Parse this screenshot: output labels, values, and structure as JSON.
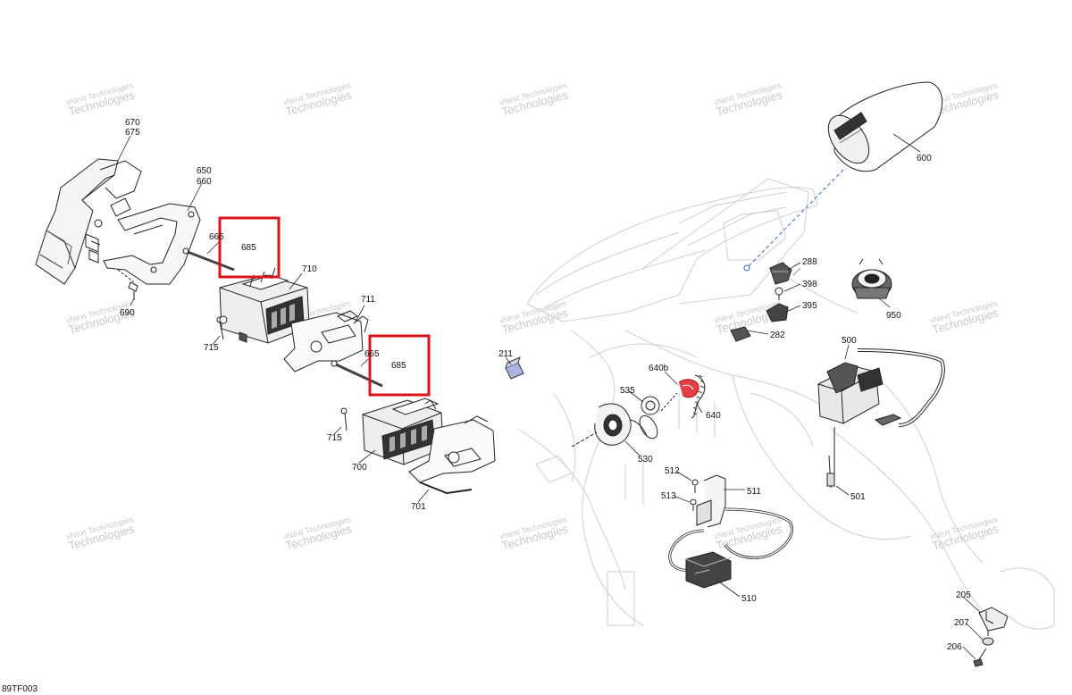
{
  "diagram": {
    "reference_code": "89TF003",
    "watermark": {
      "line1": "vNext Technologies",
      "line2": "Technologies"
    },
    "highlight_color": "#d9141b",
    "part_labels": {
      "p670": "670",
      "p675": "675",
      "p650": "650",
      "p660": "660",
      "p665a": "665",
      "p685a": "685",
      "p710": "710",
      "p711": "711",
      "p690": "690",
      "p715a": "715",
      "p665b": "665",
      "p685b": "685",
      "p715b": "715",
      "p700": "700",
      "p701": "701",
      "p211": "211",
      "p600": "600",
      "p288": "288",
      "p398": "398",
      "p395": "395",
      "p282": "282",
      "p950": "950",
      "p500": "500",
      "p640b": "640b",
      "p535": "535",
      "p640": "640",
      "p530": "530",
      "p512": "512",
      "p511": "511",
      "p513": "513",
      "p501": "501",
      "p510": "510",
      "p205": "205",
      "p207": "207",
      "p206": "206"
    }
  }
}
